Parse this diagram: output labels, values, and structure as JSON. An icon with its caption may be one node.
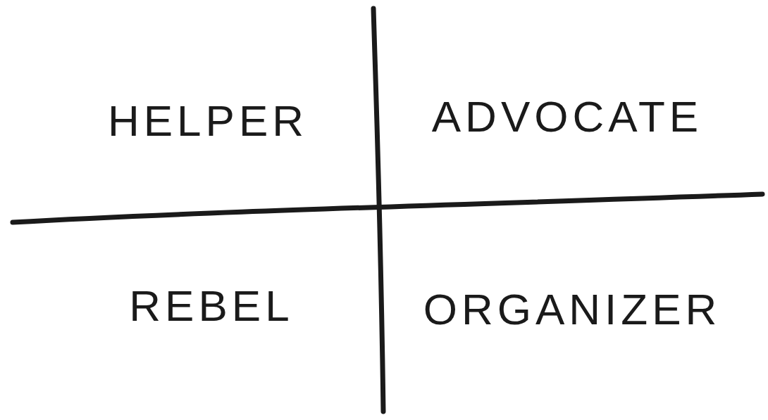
{
  "diagram": {
    "labels": [
      "HELPER",
      "ADVOCATE",
      "REBEL",
      "ORGANIZER"
    ]
  }
}
